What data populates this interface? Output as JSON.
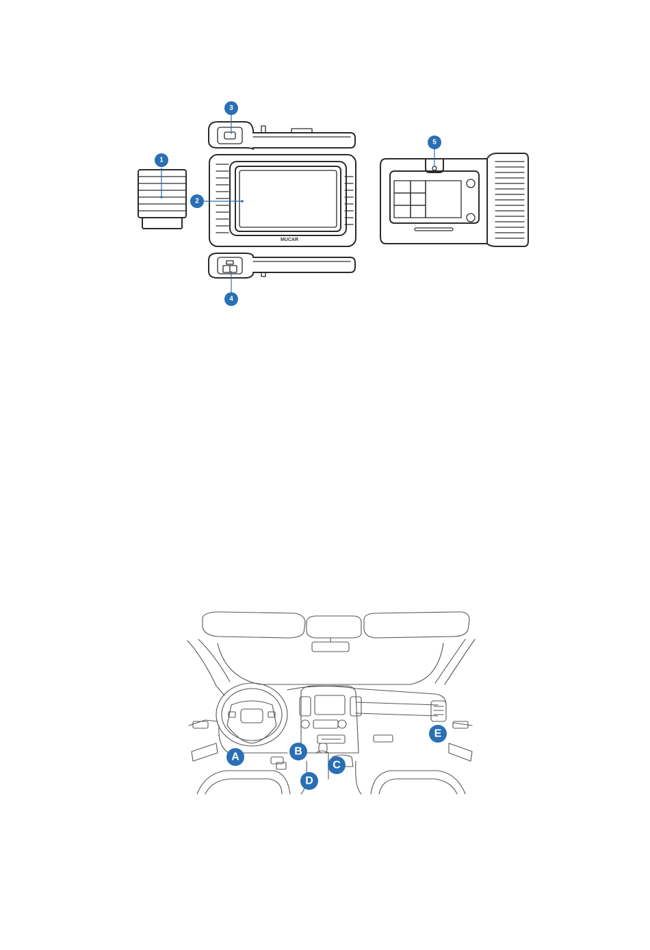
{
  "device_figure": {
    "brand_text": "MUCAR",
    "callouts": [
      "1",
      "2",
      "3",
      "4",
      "5"
    ]
  },
  "interior_figure": {
    "callouts": [
      "A",
      "B",
      "C",
      "D",
      "E"
    ]
  },
  "colors": {
    "callout": "#2a6fb5",
    "line": "#2a2a2a",
    "background": "#ffffff"
  }
}
